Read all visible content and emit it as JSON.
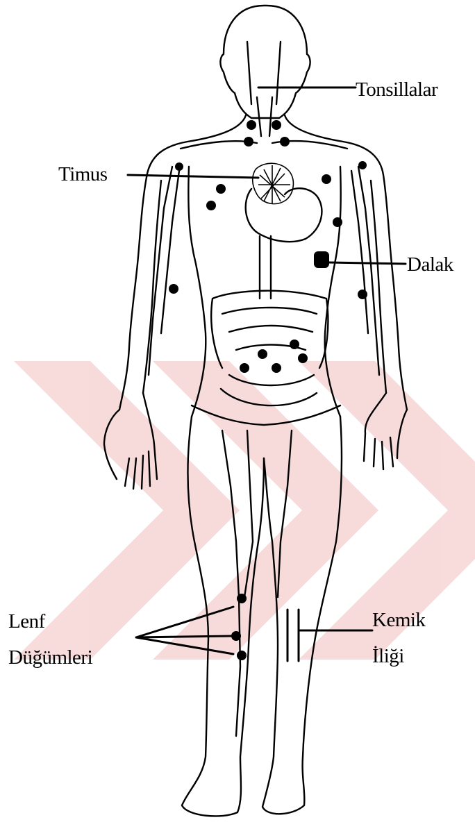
{
  "labels": {
    "tonsils": "Tonsillalar",
    "thymus": "Timus",
    "spleen": "Dalak",
    "lymph_nodes_line1": "Lenf",
    "lymph_nodes_line2": "Düğümleri",
    "bone_marrow_line1": "Kemik",
    "bone_marrow_line2": "İliği"
  },
  "colors": {
    "line": "#000000",
    "watermark": "#f3c9c9",
    "background": "#ffffff"
  }
}
